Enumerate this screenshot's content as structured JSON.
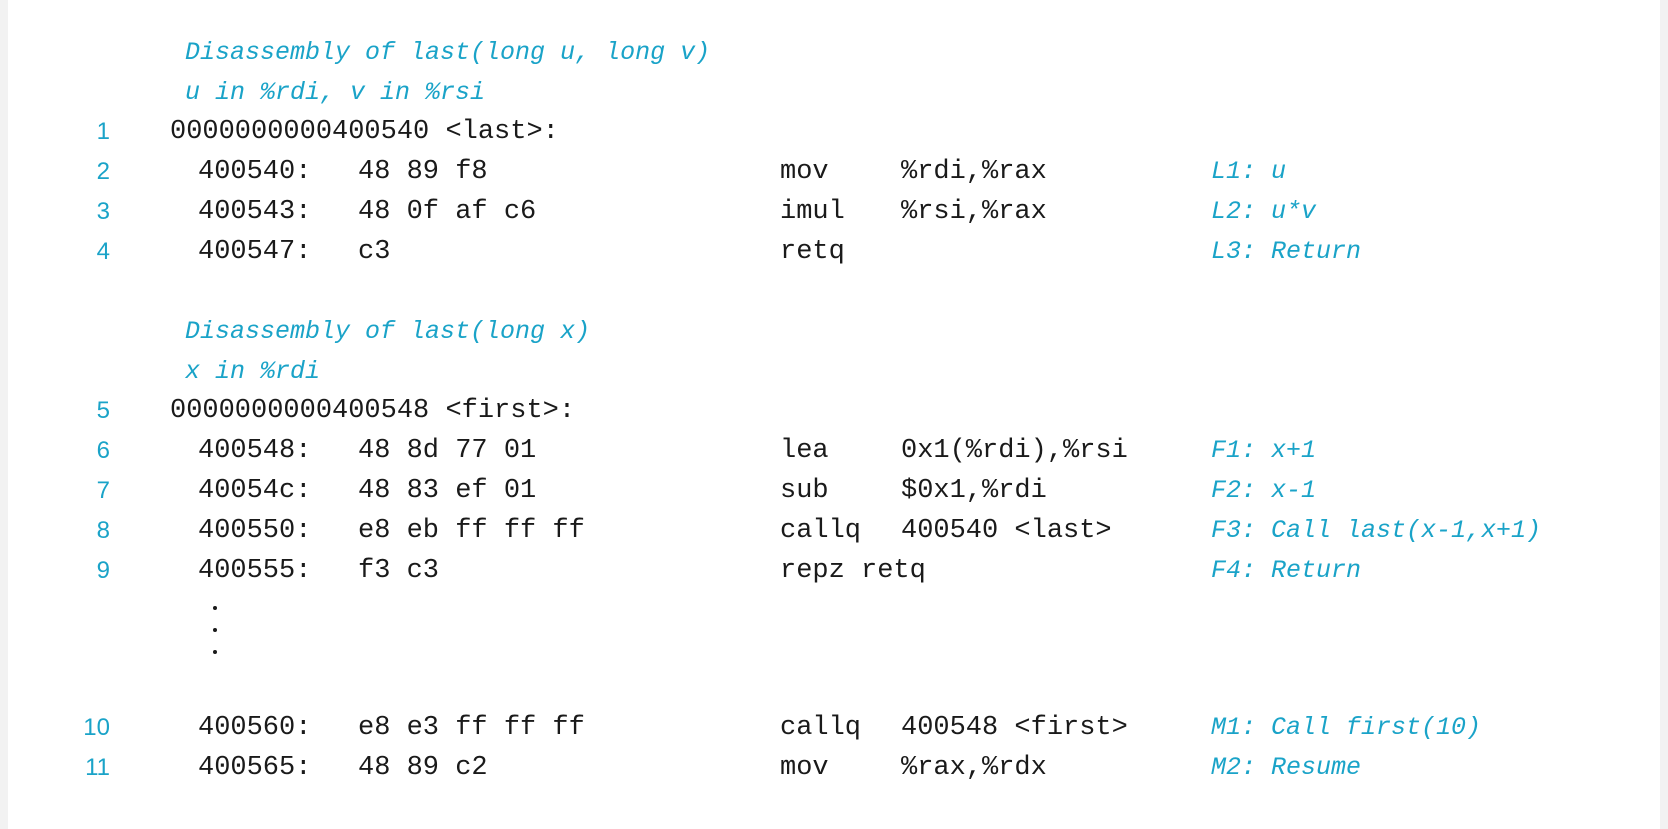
{
  "section1": {
    "header_line1": "Disassembly of last(long u, long v)",
    "header_line2": "u in %rdi, v in %rsi",
    "label_line": {
      "num": "1",
      "text": "0000000000400540 <last>:"
    },
    "rows": [
      {
        "num": "2",
        "addr": "400540:",
        "bytes": "48 89 f8",
        "op": "mov",
        "args": "%rdi,%rax",
        "note": "L1: u"
      },
      {
        "num": "3",
        "addr": "400543:",
        "bytes": "48 0f af c6",
        "op": "imul",
        "args": "%rsi,%rax",
        "note": "L2: u*v"
      },
      {
        "num": "4",
        "addr": "400547:",
        "bytes": "c3",
        "op": "retq",
        "args": "",
        "note": "L3: Return"
      }
    ]
  },
  "section2": {
    "header_line1": "Disassembly of last(long x)",
    "header_line2": "x in %rdi",
    "label_line": {
      "num": "5",
      "text": "0000000000400548 <first>:"
    },
    "rows": [
      {
        "num": "6",
        "addr": "400548:",
        "bytes": "48 8d 77 01",
        "op": "lea",
        "args": "0x1(%rdi),%rsi",
        "note": "F1: x+1"
      },
      {
        "num": "7",
        "addr": "40054c:",
        "bytes": "48 83 ef 01",
        "op": "sub",
        "args": "$0x1,%rdi",
        "note": "F2: x-1"
      },
      {
        "num": "8",
        "addr": "400550:",
        "bytes": "e8 eb ff ff ff",
        "op": "callq",
        "args": "400540 <last>",
        "note": "F3: Call last(x-1,x+1)"
      },
      {
        "num": "9",
        "addr": "400555:",
        "bytes": "f3 c3",
        "op": "repz retq",
        "args": "",
        "note": "F4: Return"
      }
    ]
  },
  "section3": {
    "rows": [
      {
        "num": "10",
        "addr": "400560:",
        "bytes": "e8 e3 ff ff ff",
        "op": "callq",
        "args": "400548 <first>",
        "note": "M1: Call first(10)"
      },
      {
        "num": "11",
        "addr": "400565:",
        "bytes": "48 89 c2",
        "op": "mov",
        "args": "%rax,%rdx",
        "note": "M2: Resume"
      }
    ]
  }
}
